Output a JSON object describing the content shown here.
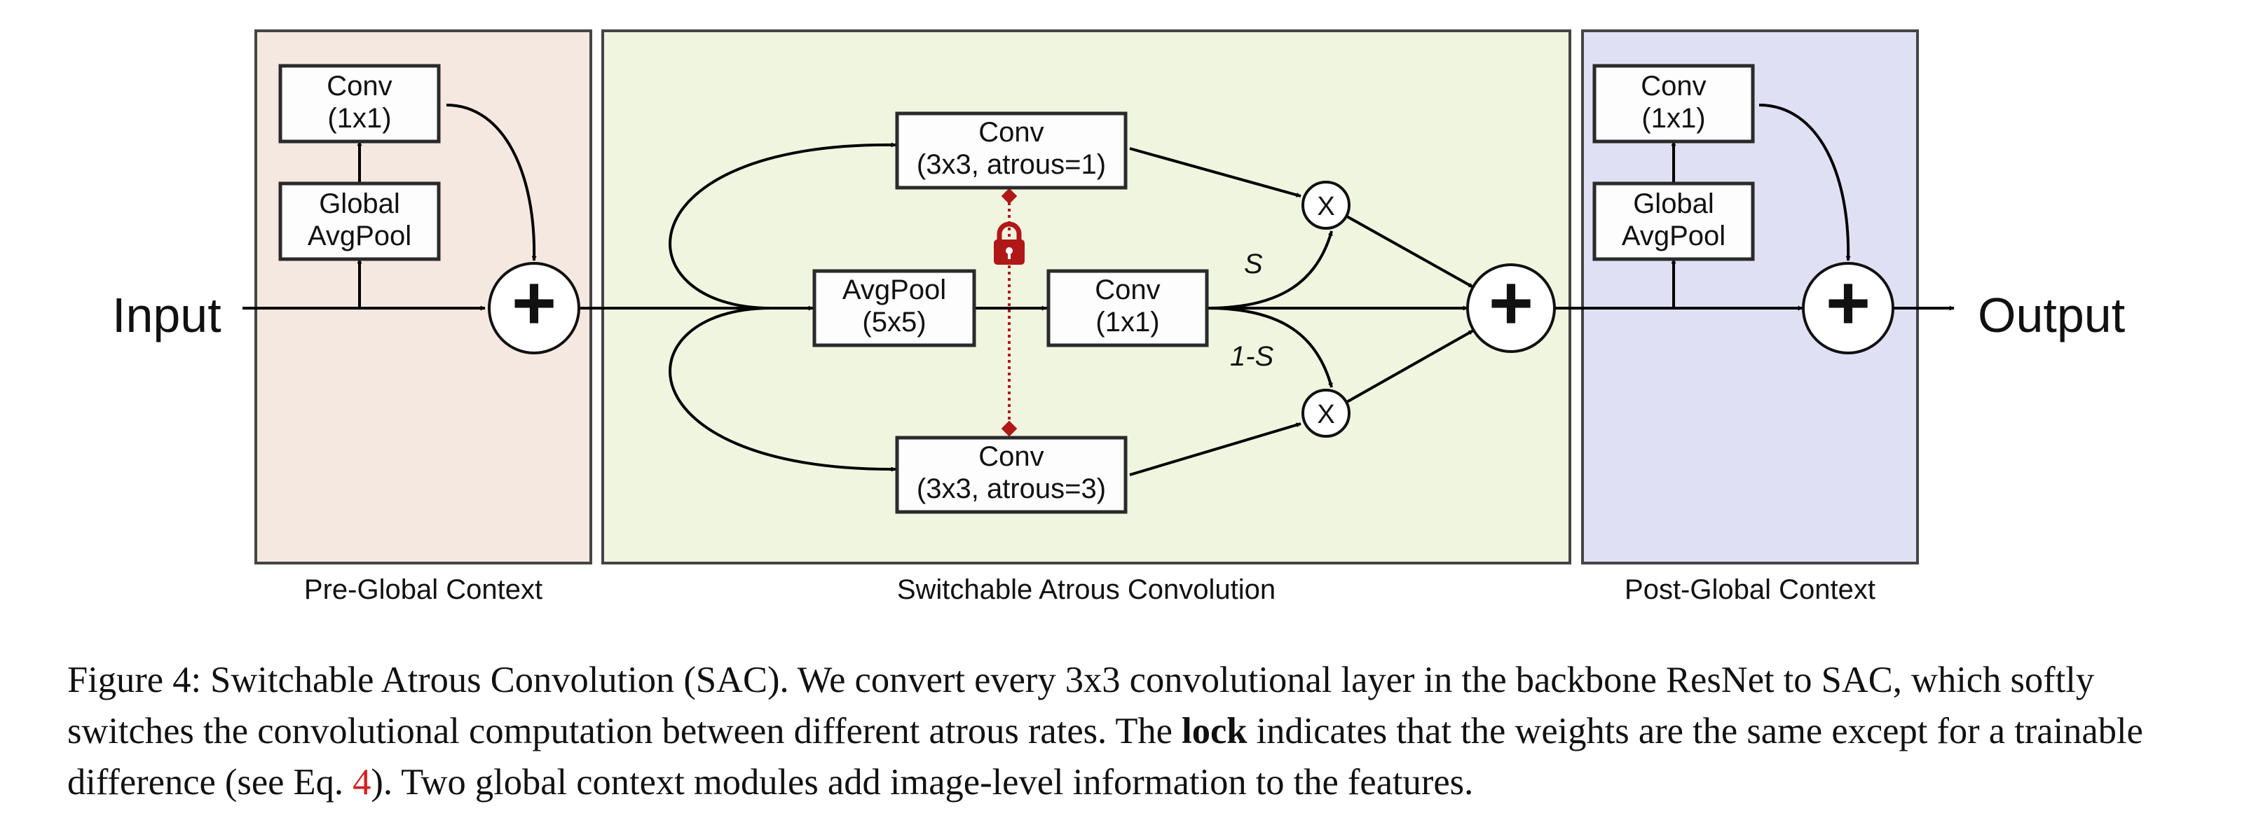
{
  "diagram": {
    "input_label": "Input",
    "output_label": "Output",
    "panels": {
      "pre": {
        "label": "Pre-Global Context",
        "fill": "#f5e8e0"
      },
      "sac": {
        "label": "Switchable Atrous Convolution",
        "fill": "#f0f5e0"
      },
      "post": {
        "label": "Post-Global Context",
        "fill": "#e0e0f5"
      }
    },
    "blocks": {
      "pre_conv": {
        "line1": "Conv",
        "line2": "(1x1)"
      },
      "pre_pool": {
        "line1": "Global",
        "line2": "AvgPool"
      },
      "conv_atrous1": {
        "line1": "Conv",
        "line2": "(3x3, atrous=1)"
      },
      "avgpool": {
        "line1": "AvgPool",
        "line2": "(5x5)"
      },
      "switch_conv": {
        "line1": "Conv",
        "line2": "(1x1)"
      },
      "conv_atrous3": {
        "line1": "Conv",
        "line2": "(3x3, atrous=3)"
      },
      "post_conv": {
        "line1": "Conv",
        "line2": "(1x1)"
      },
      "post_pool": {
        "line1": "Global",
        "line2": "AvgPool"
      }
    },
    "switch_labels": {
      "s": "S",
      "one_minus_s": "1-S"
    },
    "ops": {
      "multiply": "X",
      "add": "+"
    },
    "lock_color": "#b01818"
  },
  "caption": {
    "prefix": "Figure 4: Switchable Atrous Convolution (SAC). We convert every 3x3 convolutional layer in the backbone ResNet to SAC, which softly switches the convolutional computation between different atrous rates. The ",
    "bold": "lock",
    "middle": " indicates that the weights are the same except for a trainable difference (see Eq. ",
    "eq_ref": "4",
    "suffix": "). Two global context modules add image-level information to the features."
  }
}
